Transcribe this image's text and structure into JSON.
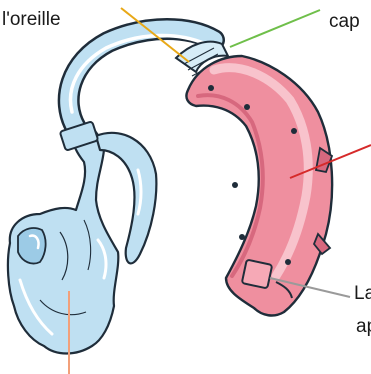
{
  "labels": {
    "ear_partial": "l'oreille",
    "cap_partial": "cap",
    "la_partial": "La",
    "ap_partial": "ap"
  },
  "colors": {
    "ear_leader": "#e8a817",
    "cap_leader": "#6fbf4a",
    "body_leader": "#d62a2a",
    "la_leader": "#9a9a9a",
    "mould_leader": "#f2a07a",
    "case_fill": "#ef8f9f",
    "case_highlight": "#f8c3cc",
    "case_shadow": "#d7687e",
    "tube_fill": "#bfe0f2",
    "tube_edge": "#1f2d3a"
  }
}
